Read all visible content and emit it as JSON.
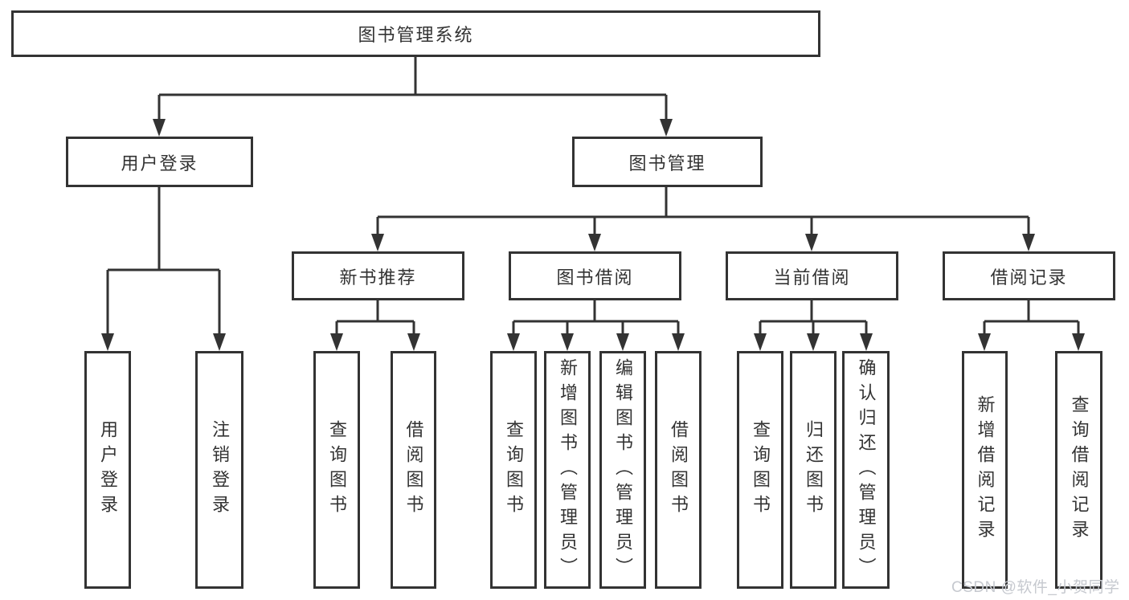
{
  "watermark": "CSDN @软件_小贺同学",
  "colors": {
    "line": "#333333",
    "box_border": "#333333",
    "text": "#333333",
    "watermark": "#c6c9cf",
    "background": "#ffffff"
  },
  "tree": {
    "label": "图书管理系统",
    "children": [
      {
        "label": "用户登录",
        "children": [
          {
            "label": "用户登录"
          },
          {
            "label": "注销登录"
          }
        ]
      },
      {
        "label": "图书管理",
        "children": [
          {
            "label": "新书推荐",
            "children": [
              {
                "label": "查询图书"
              },
              {
                "label": "借阅图书"
              }
            ]
          },
          {
            "label": "图书借阅",
            "children": [
              {
                "label": "查询图书"
              },
              {
                "label": "新增图书（管理员）"
              },
              {
                "label": "编辑图书（管理员）"
              },
              {
                "label": "借阅图书"
              }
            ]
          },
          {
            "label": "当前借阅",
            "children": [
              {
                "label": "查询图书"
              },
              {
                "label": "归还图书"
              },
              {
                "label": "确认归还（管理员）"
              }
            ]
          },
          {
            "label": "借阅记录",
            "children": [
              {
                "label": "新增借阅记录"
              },
              {
                "label": "查询借阅记录"
              }
            ]
          }
        ]
      }
    ]
  }
}
